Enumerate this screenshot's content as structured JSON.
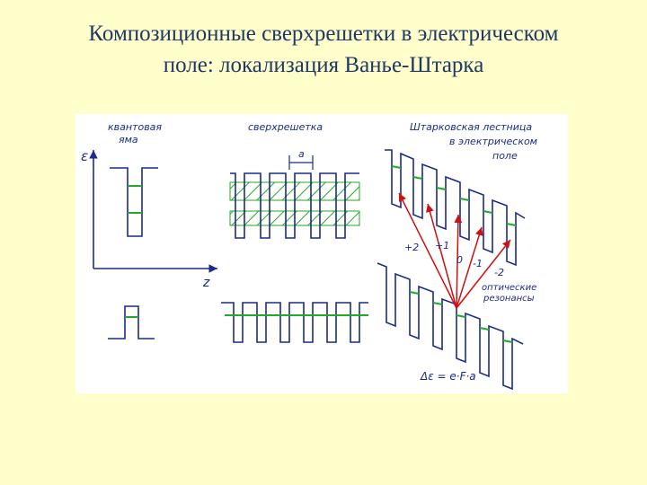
{
  "slide": {
    "title_line1": "Композиционные сверхрешетки в электрическом",
    "title_line2": "поле: локализация Ванье-Штарка"
  },
  "figure": {
    "label_quantum_well_1": "квантовая",
    "label_quantum_well_2": "яма",
    "label_superlattice": "сверхрешетка",
    "label_stark_1": "Штарковская лестница",
    "label_stark_2": "в электрическом",
    "label_stark_3": "поле",
    "axis_energy": "ε",
    "axis_z": "z",
    "period_label": "a",
    "transition_labels": [
      "+2",
      "+1",
      "0",
      "-1",
      "-2"
    ],
    "optical_label_1": "оптические",
    "optical_label_2": "резонансы",
    "formula": "Δε = e·F·a",
    "colors": {
      "ink": "#1a2a8a",
      "level": "#22aa22",
      "arrow": "#cc1111",
      "hatch": "#22aa22",
      "title": "#1f3864"
    }
  }
}
